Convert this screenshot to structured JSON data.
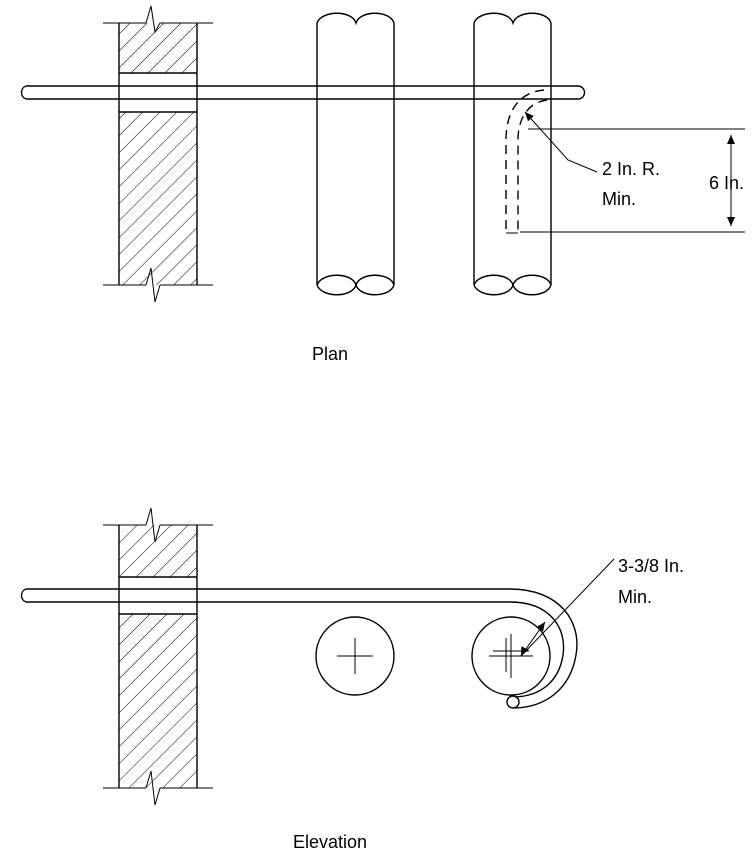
{
  "views": {
    "plan": {
      "caption": "Plan"
    },
    "elevation": {
      "caption": "Elevation"
    }
  },
  "dimensions": {
    "plan_radius": {
      "line1": "2 In. R.",
      "line2": "Min."
    },
    "plan_length": "6 In.",
    "elevation_clearance": {
      "line1": "3-3/8 In.",
      "line2": "Min."
    }
  }
}
